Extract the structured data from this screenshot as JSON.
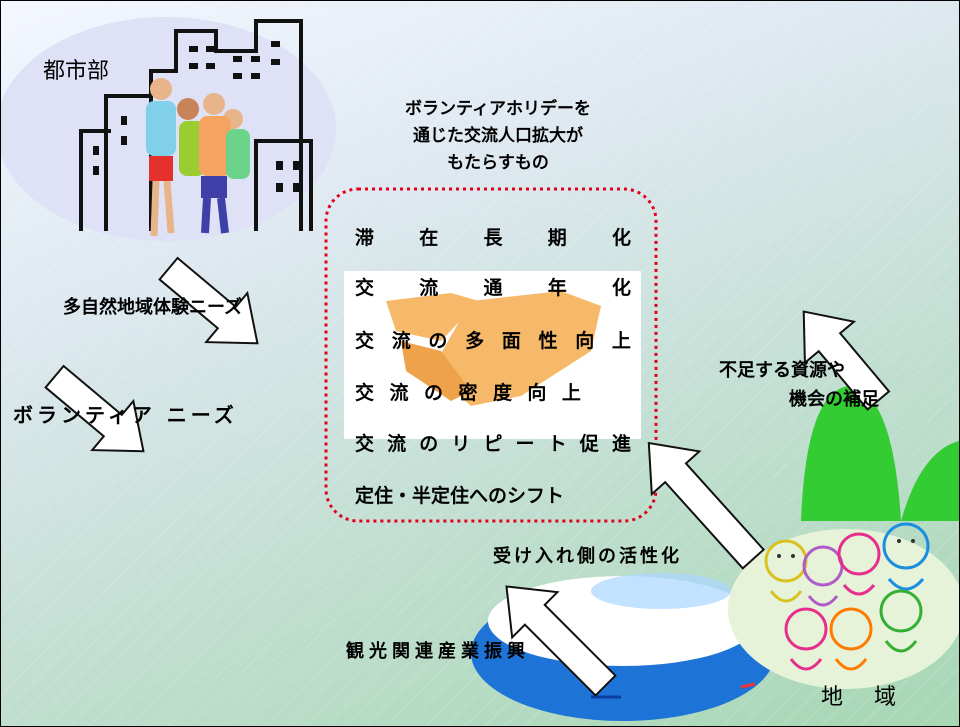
{
  "labels": {
    "city": "都市部",
    "region": "地 域",
    "nature_needs": "多自然地域体験ニーズ",
    "volunteer_needs": "ボランティア ニーズ",
    "resource_line1": "不足する資源や",
    "resource_line2": "機会の補足",
    "host_activation": "受け入れ側の活性化",
    "tourism": "観光関連産業振興"
  },
  "center": {
    "title": [
      "ボランティアホリデーを",
      "通じた交流人口拡大が",
      "もたらすもの"
    ],
    "items": [
      "滞在長期化",
      "交流通年化",
      "交流の多面性向上",
      "交流の密度向上",
      "交流のリピート促進",
      "定住・半定住へのシフト"
    ]
  }
}
